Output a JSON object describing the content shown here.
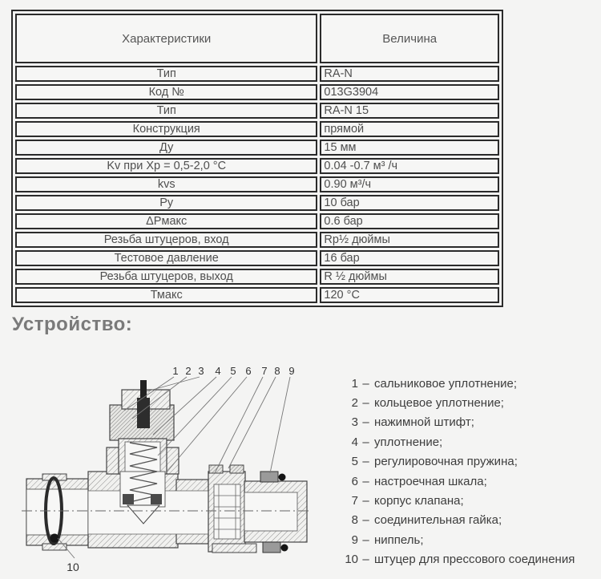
{
  "table": {
    "headers": [
      "Характеристики",
      "Величина"
    ],
    "rows": [
      [
        "Тип",
        "RA-N"
      ],
      [
        "Код №",
        "013G3904"
      ],
      [
        "Тип",
        "RA-N 15"
      ],
      [
        "Конструкция",
        "прямой"
      ],
      [
        "Ду",
        "15 мм"
      ],
      [
        "Kv при Xp = 0,5-2,0 °C",
        "0.04 -0.7 м³ /ч"
      ],
      [
        "kvs",
        "0.90 м³/ч"
      ],
      [
        "Ру",
        "10 бар"
      ],
      [
        "ΔРмакс",
        "0.6 бар"
      ],
      [
        "Резьба штуцеров, вход",
        "Rp½ дюймы"
      ],
      [
        "Тестовое давление",
        "16 бар"
      ],
      [
        "Резьба штуцеров, выход",
        "R ½ дюймы"
      ],
      [
        "Тмакс",
        "120 °C"
      ]
    ]
  },
  "section": {
    "title": "Устройство:"
  },
  "diagram": {
    "callouts": [
      "1",
      "2",
      "3",
      "4",
      "5",
      "6",
      "7",
      "8",
      "9"
    ],
    "callout10": "10"
  },
  "legend": {
    "dash": "–",
    "items": [
      {
        "num": "1",
        "text": "сальниковое уплотнение;"
      },
      {
        "num": "2",
        "text": "кольцевое уплотнение;"
      },
      {
        "num": "3",
        "text": "нажимной штифт;"
      },
      {
        "num": "4",
        "text": "уплотнение;"
      },
      {
        "num": "5",
        "text": "регулировочная пружина;"
      },
      {
        "num": "6",
        "text": "настроечная шкала;"
      },
      {
        "num": "7",
        "text": "корпус клапана;"
      },
      {
        "num": "8",
        "text": "соединительная гайка;"
      },
      {
        "num": "9",
        "text": "ниппель;"
      },
      {
        "num": "10",
        "text": "штуцер для прессового соединения"
      }
    ]
  }
}
